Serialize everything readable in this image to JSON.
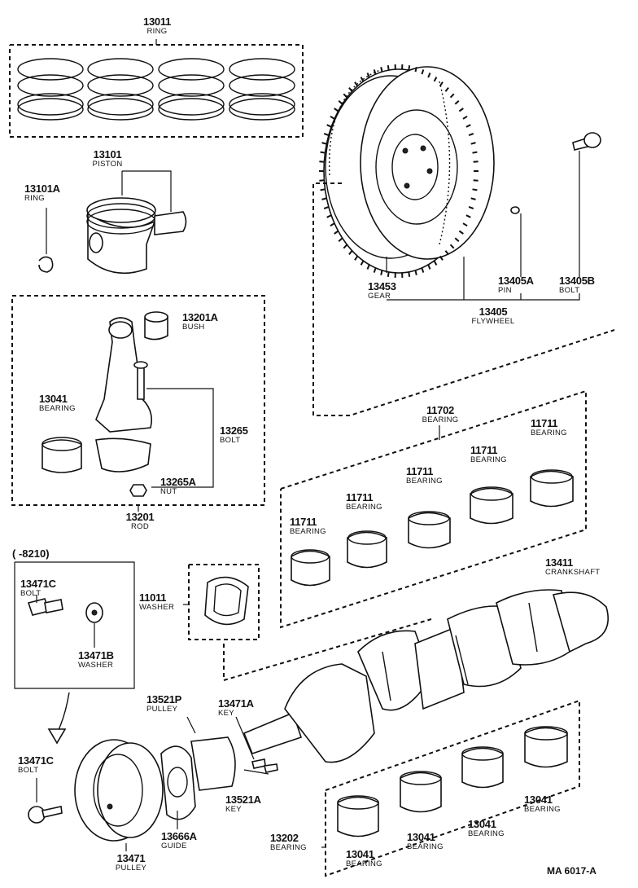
{
  "parts": {
    "ring_set": {
      "num": "13011",
      "name": "RING"
    },
    "piston": {
      "num": "13101",
      "name": "PISTON"
    },
    "piston_ring": {
      "num": "13101A",
      "name": "RING"
    },
    "bush": {
      "num": "13201A",
      "name": "BUSH"
    },
    "rod_bearing": {
      "num": "13041",
      "name": "BEARING"
    },
    "rod_bolt": {
      "num": "13265",
      "name": "BOLT"
    },
    "rod_nut": {
      "num": "13265A",
      "name": "NUT"
    },
    "rod": {
      "num": "13201",
      "name": "ROD"
    },
    "gear": {
      "num": "13453",
      "name": "GEAR"
    },
    "pin": {
      "num": "13405A",
      "name": "PIN"
    },
    "fw_bolt": {
      "num": "13405B",
      "name": "BOLT"
    },
    "flywheel": {
      "num": "13405",
      "name": "FLYWHEEL"
    },
    "main_bearing_set": {
      "num": "11702",
      "name": "BEARING"
    },
    "mb1": {
      "num": "11711",
      "name": "BEARING"
    },
    "mb2": {
      "num": "11711",
      "name": "BEARING"
    },
    "mb3": {
      "num": "11711",
      "name": "BEARING"
    },
    "mb4": {
      "num": "11711",
      "name": "BEARING"
    },
    "mb5": {
      "num": "11711",
      "name": "BEARING"
    },
    "crankshaft": {
      "num": "13411",
      "name": "CRANKSHAFT"
    },
    "thrust_washer": {
      "num": "11011",
      "name": "WASHER"
    },
    "bolt_c1": {
      "num": "13471C",
      "name": "BOLT"
    },
    "washer_b": {
      "num": "13471B",
      "name": "WASHER"
    },
    "bolt_c2": {
      "num": "13471C",
      "name": "BOLT"
    },
    "pulley_p": {
      "num": "13521P",
      "name": "PULLEY"
    },
    "key_a": {
      "num": "13471A",
      "name": "KEY"
    },
    "key_521a": {
      "num": "13521A",
      "name": "KEY"
    },
    "guide": {
      "num": "13666A",
      "name": "GUIDE"
    },
    "pulley": {
      "num": "13471",
      "name": "PULLEY"
    },
    "bearing_set_lower": {
      "num": "13202",
      "name": "BEARING"
    },
    "lb1": {
      "num": "13041",
      "name": "BEARING"
    },
    "lb2": {
      "num": "13041",
      "name": "BEARING"
    },
    "lb3": {
      "num": "13041",
      "name": "BEARING"
    },
    "lb4": {
      "num": "13041",
      "name": "BEARING"
    }
  },
  "inset_range": "(      -8210)",
  "figure_code": "MA  6017-A"
}
